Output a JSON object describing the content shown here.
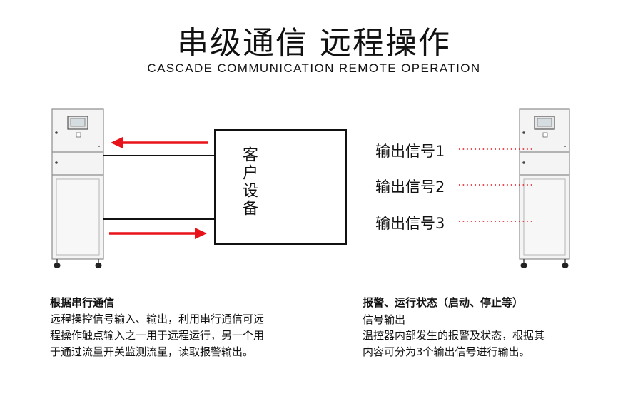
{
  "header": {
    "title": "串级通信 远程操作",
    "subtitle": "CASCADE COMMUNICATION REMOTE OPERATION"
  },
  "left_diagram": {
    "device_label": "客户设备"
  },
  "right_diagram": {
    "signals": [
      "输出信号1",
      "输出信号2",
      "输出信号3"
    ]
  },
  "left_section": {
    "title": "根据串行通信",
    "lines": [
      "远程操控信号输入、输出，利用串行通信可远",
      "程操作触点输入之一用于远程运行，另一个用",
      "于通过流量开关监测流量，读取报警输出。"
    ]
  },
  "right_section": {
    "title": "报警、运行状态（启动、停止等）",
    "subtitle": "信号输出",
    "lines": [
      "温控器内部发生的报警及状态，根据其",
      "内容可分为3个输出信号进行输出。"
    ]
  },
  "colors": {
    "arrow": "#e8121b",
    "dotted": "#e8121b",
    "cabinet_fill": "#f2f2f2",
    "cabinet_stroke": "#8c8c8c"
  }
}
